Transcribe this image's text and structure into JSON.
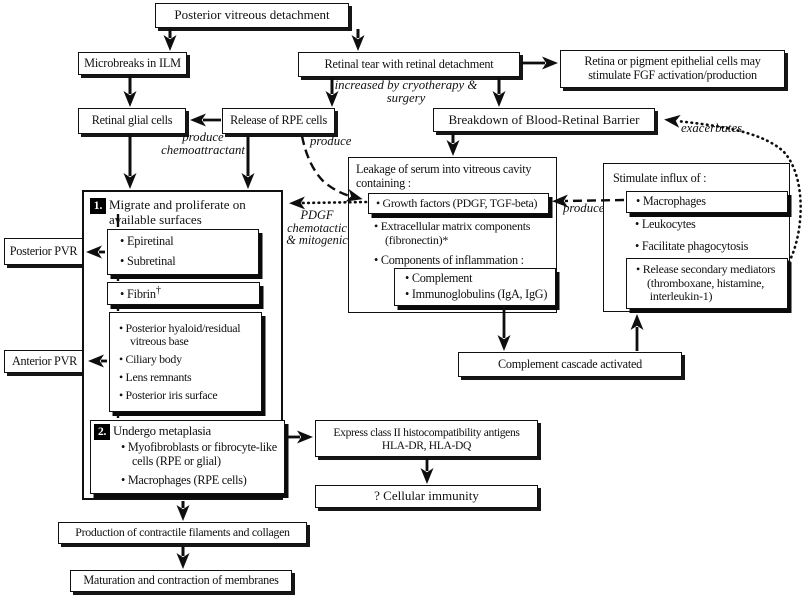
{
  "nodes": {
    "pvd": {
      "text": "Posterior vitreous detachment"
    },
    "microbreaks": {
      "text": "Microbreaks in ILM"
    },
    "retinal_tear": {
      "text": "Retinal tear with retinal detachment"
    },
    "retina_fgf": {
      "text": "Retina or pigment epithelial cells may\nstimulate FGF activation/production"
    },
    "brb": {
      "text": "Breakdown of Blood-Retinal Barrier"
    },
    "glial": {
      "text": "Retinal glial cells"
    },
    "rpe": {
      "text": "Release of RPE cells"
    },
    "posterior_pvr": {
      "text": "Posterior PVR"
    },
    "anterior_pvr": {
      "text": "Anterior PVR"
    },
    "box1": {
      "num": "1.",
      "title": "Migrate and proliferate on\navailable surfaces"
    },
    "surfaces1": {
      "items": [
        "• Epiretinal",
        "• Subretinal"
      ]
    },
    "fibrin": {
      "text": "• Fibrin",
      "sup": "†"
    },
    "surfaces2": {
      "items": [
        "• Posterior hyaloid/residual\nvitreous base",
        "• Ciliary body",
        "• Lens remnants",
        "• Posterior iris surface"
      ]
    },
    "box2": {
      "num": "2.",
      "title": "Undergo metaplasia",
      "items": [
        "• Myofibroblasts or fibrocyte-like\ncells (RPE or glial)",
        "• Macrophages (RPE cells)"
      ]
    },
    "leakage": {
      "title": "Leakage of serum into vitreous cavity\ncontaining :",
      "growth": "• Growth factors (PDGF, TGF-beta)",
      "ecm": "• Extracellular matrix components\n(fibronectin)*",
      "inflammation": "• Components of inflammation :",
      "complement_items": [
        "• Complement",
        "• Immunoglobulins (IgA, IgG)"
      ]
    },
    "stimulate": {
      "title": "Stimulate influx of :",
      "macrophages": "• Macrophages",
      "leukocytes": "• Leukocytes",
      "phagocytosis": "• Facilitate phagocytosis",
      "mediators": "• Release secondary mediators\n(thromboxane, histamine,\n interleukin-1)"
    },
    "cascade": {
      "text": "Complement cascade activated"
    },
    "express": {
      "text": "Express class II histocompatibility antigens\nHLA-DR, HLA-DQ"
    },
    "cellular": {
      "text": "? Cellular immunity"
    },
    "production": {
      "text": "Production of contractile filaments and collagen"
    },
    "maturation": {
      "text": "Maturation and contraction of membranes"
    }
  },
  "annotations": {
    "increased": "increased by cryotherapy & surgery",
    "produce_chemo": "produce\nchemoattractant",
    "produce_rpe": "produce",
    "pdgf": "PDGF\nchemotactic\n& mitogenic",
    "produce_mac": "produce",
    "exacerbates": "exacerbates"
  },
  "colors": {
    "ink": "#111111",
    "paper": "#ffffff"
  }
}
